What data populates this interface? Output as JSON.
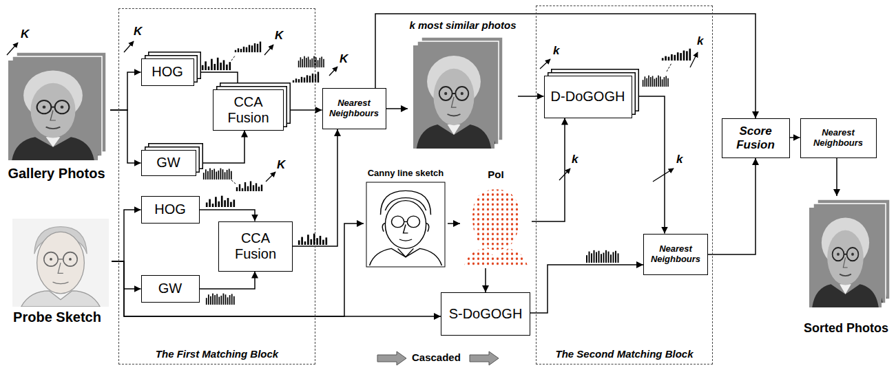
{
  "diagram": {
    "nodes": [
      {
        "text": [
          "Gallery Photos"
        ]
      },
      {
        "text": [
          "Probe Sketch"
        ]
      },
      {
        "text": [
          "The First Matching Block"
        ]
      },
      {
        "text": [
          "HOG"
        ],
        "in": 2
      },
      {
        "text": [
          "GW"
        ],
        "in": 2
      },
      {
        "text": [
          "CCA Fusion"
        ],
        "in": 2
      },
      {
        "text": [
          "HOG"
        ],
        "in": 2
      },
      {
        "text": [
          "GW"
        ],
        "in": 2
      },
      {
        "text": [
          "CCA Fusion"
        ],
        "in": 2
      },
      {
        "text": [
          "Nearest Neighbours"
        ]
      },
      {
        "text": [
          "k most similar photos"
        ]
      },
      {
        "text": [
          "Canny line sketch"
        ]
      },
      {
        "text": [
          "PoI"
        ]
      },
      {
        "text": [
          "S-DoGOGH"
        ]
      },
      {
        "text": [
          "The Second Matching Block"
        ]
      },
      {
        "text": [
          "D-DoGOGH"
        ],
        "in": 14
      },
      {
        "text": [
          "Nearest Neighbours"
        ],
        "in": 14
      },
      {
        "text": [
          "Score Fusion"
        ]
      },
      {
        "text": [
          "Nearest Neighbours"
        ]
      },
      {
        "text": [
          "Sorted Photos"
        ]
      }
    ],
    "edges": [
      {
        "from": 0,
        "to": 3,
        "arrow": "to"
      },
      {
        "from": 0,
        "to": 4,
        "arrow": "to"
      },
      {
        "from": 3,
        "to": 5,
        "arrow": "to"
      },
      {
        "from": 4,
        "to": 5,
        "arrow": "to"
      },
      {
        "from": 5,
        "to": 9,
        "arrow": "to"
      },
      {
        "from": 1,
        "to": 6,
        "arrow": "to"
      },
      {
        "from": 1,
        "to": 7,
        "arrow": "to"
      },
      {
        "from": 6,
        "to": 8,
        "arrow": "to"
      },
      {
        "from": 7,
        "to": 8,
        "arrow": "to"
      },
      {
        "from": 8,
        "to": 9,
        "arrow": "to"
      },
      {
        "from": 9,
        "to": 10,
        "arrow": "to"
      },
      {
        "from": 9,
        "to": 17,
        "arrow": "to"
      },
      {
        "from": 10,
        "to": 15,
        "arrow": "to"
      },
      {
        "from": 1,
        "to": 11,
        "arrow": "to"
      },
      {
        "from": 1,
        "to": 13,
        "arrow": "to"
      },
      {
        "from": 11,
        "to": 12,
        "arrow": "to"
      },
      {
        "from": 12,
        "to": 15,
        "arrow": "to"
      },
      {
        "from": 12,
        "to": 13,
        "arrow": "to"
      },
      {
        "from": 15,
        "to": 16,
        "arrow": "to"
      },
      {
        "from": 13,
        "to": 16,
        "arrow": "to"
      },
      {
        "from": 16,
        "to": 17,
        "arrow": "to"
      },
      {
        "from": 17,
        "to": 18,
        "arrow": "to"
      },
      {
        "from": 18,
        "to": 19,
        "arrow": "to"
      }
    ],
    "labels": [
      "K",
      "K",
      "K",
      "K",
      "K",
      "k",
      "k",
      "k",
      "k",
      "Cascaded"
    ]
  }
}
